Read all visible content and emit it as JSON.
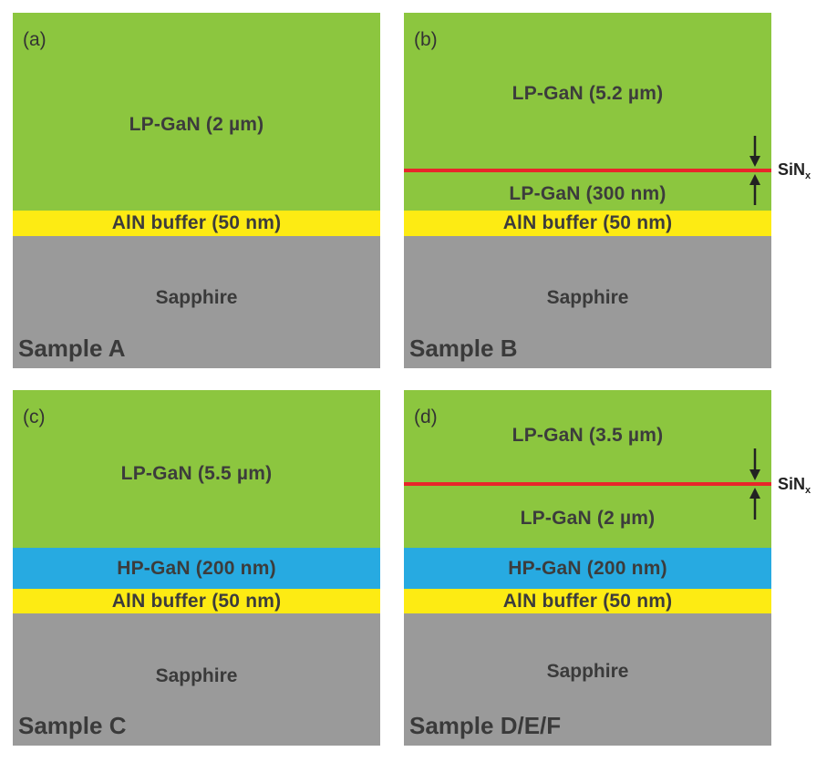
{
  "panels": {
    "a": {
      "label": "(a)",
      "sample": "Sample A",
      "layers": {
        "lp_gan": "LP-GaN (2 µm)",
        "aln": "AlN buffer (50 nm)",
        "sapphire": "Sapphire"
      }
    },
    "b": {
      "label": "(b)",
      "sample": "Sample B",
      "layers": {
        "lp_gan_top": "LP-GaN (5.2 µm)",
        "lp_gan_bottom": "LP-GaN (300 nm)",
        "aln": "AlN buffer (50 nm)",
        "sapphire": "Sapphire"
      },
      "interlayer": {
        "name": "SiN",
        "subscript": "x"
      }
    },
    "c": {
      "label": "(c)",
      "sample": "Sample C",
      "layers": {
        "lp_gan": "LP-GaN (5.5 µm)",
        "hp_gan": "HP-GaN (200 nm)",
        "aln": "AlN buffer (50 nm)",
        "sapphire": "Sapphire"
      }
    },
    "d": {
      "label": "(d)",
      "sample": "Sample D/E/F",
      "layers": {
        "lp_gan_top": "LP-GaN (3.5 µm)",
        "lp_gan_bottom": "LP-GaN (2 µm)",
        "hp_gan": "HP-GaN (200 nm)",
        "aln": "AlN buffer (50 nm)",
        "sapphire": "Sapphire"
      },
      "interlayer": {
        "name": "SiN",
        "subscript": "x"
      }
    }
  },
  "colors": {
    "lp_gan": "#8cc63f",
    "aln": "#fdeb13",
    "sapphire": "#9a9a9a",
    "hp_gan": "#27aae1",
    "sin_line": "#e8262a"
  }
}
